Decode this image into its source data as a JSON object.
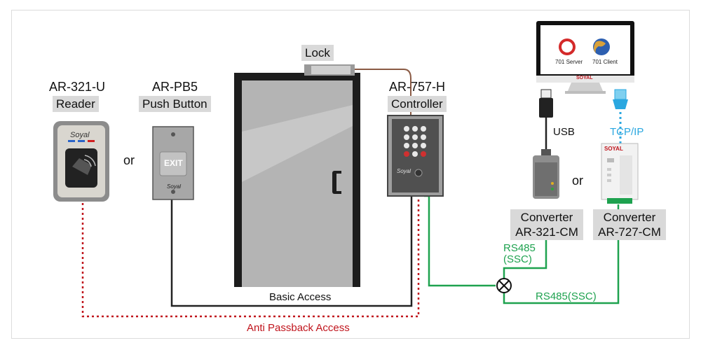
{
  "reader": {
    "model": "AR-321-U",
    "label": "Reader",
    "brand": "Soyal"
  },
  "or1": "or",
  "push_button": {
    "model": "AR-PB5",
    "label": "Push Button",
    "exit_text": "EXIT",
    "brand": "Soyal"
  },
  "lock": {
    "label": "Lock"
  },
  "controller": {
    "model": "AR-757-H",
    "label": "Controller",
    "brand": "Soyal"
  },
  "monitor": {
    "server_text": "701 Server",
    "client_text": "701 Client",
    "brand": "SOYAL"
  },
  "usb_label": "USB",
  "tcpip_label": "TCP/IP",
  "or2": "or",
  "converter_321": {
    "title": "Converter",
    "model": "AR-321-CM"
  },
  "converter_727": {
    "title": "Converter",
    "model": "AR-727-CM",
    "brand": "SOYAL"
  },
  "rs485_ssc_1_line1": "RS485",
  "rs485_ssc_1_line2": "(SSC)",
  "rs485_ssc_2": "RS485(SSC)",
  "basic_access": "Basic Access",
  "anti_passback": "Anti Passback Access",
  "colors": {
    "rs485": "#1ea24f",
    "tcpip": "#2aa7e0",
    "anti_passback": "#c0141c",
    "basic_wire": "#222222",
    "lock_wire": "#8a5a44"
  }
}
